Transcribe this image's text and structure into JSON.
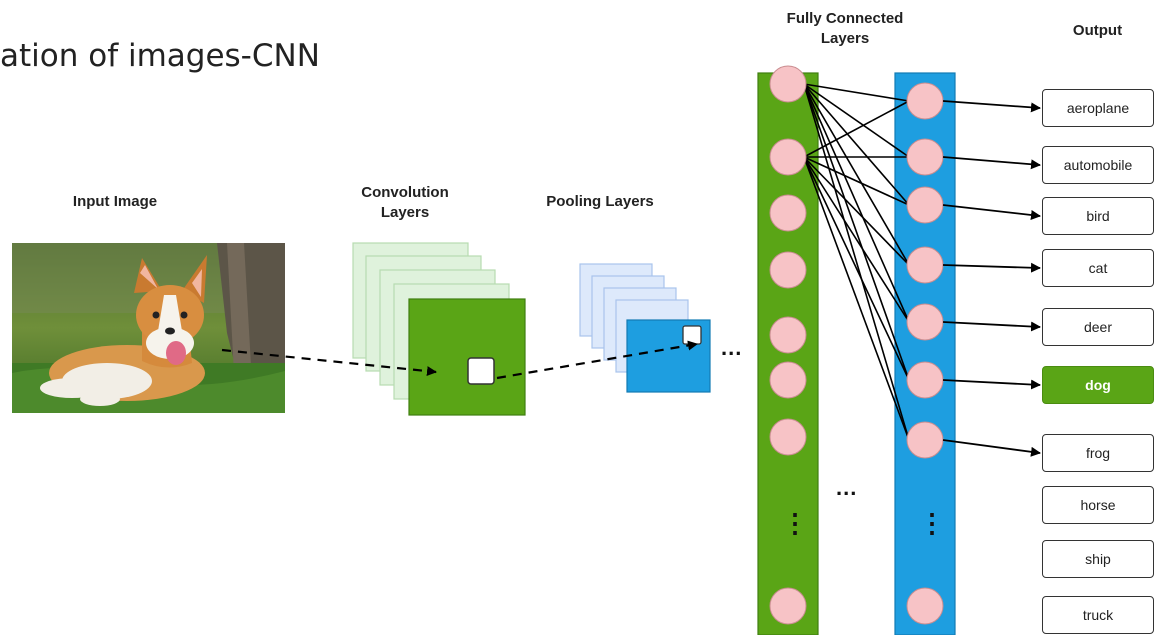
{
  "title": "ation of images-CNN",
  "labels": {
    "input_image": "Input Image",
    "convolution_line1": "Convolution",
    "convolution_line2": "Layers",
    "pooling": "Pooling  Layers",
    "fc_line1": "Fully Connected",
    "fc_line2": "Layers",
    "output": "Output"
  },
  "ellipsis": "...",
  "vertical_ellipsis": "⋮",
  "outputs": [
    "aeroplane",
    "automobile",
    "bird",
    "cat",
    "deer",
    "dog",
    "frog",
    "horse",
    "ship",
    "truck"
  ],
  "highlighted_output": "dog",
  "colors": {
    "conv_green": "#5aa516",
    "conv_light": "#dff2dc",
    "pool_blue": "#1e9ee0",
    "pool_light": "#dde9fb",
    "node_pink": "#f7c3c6"
  }
}
